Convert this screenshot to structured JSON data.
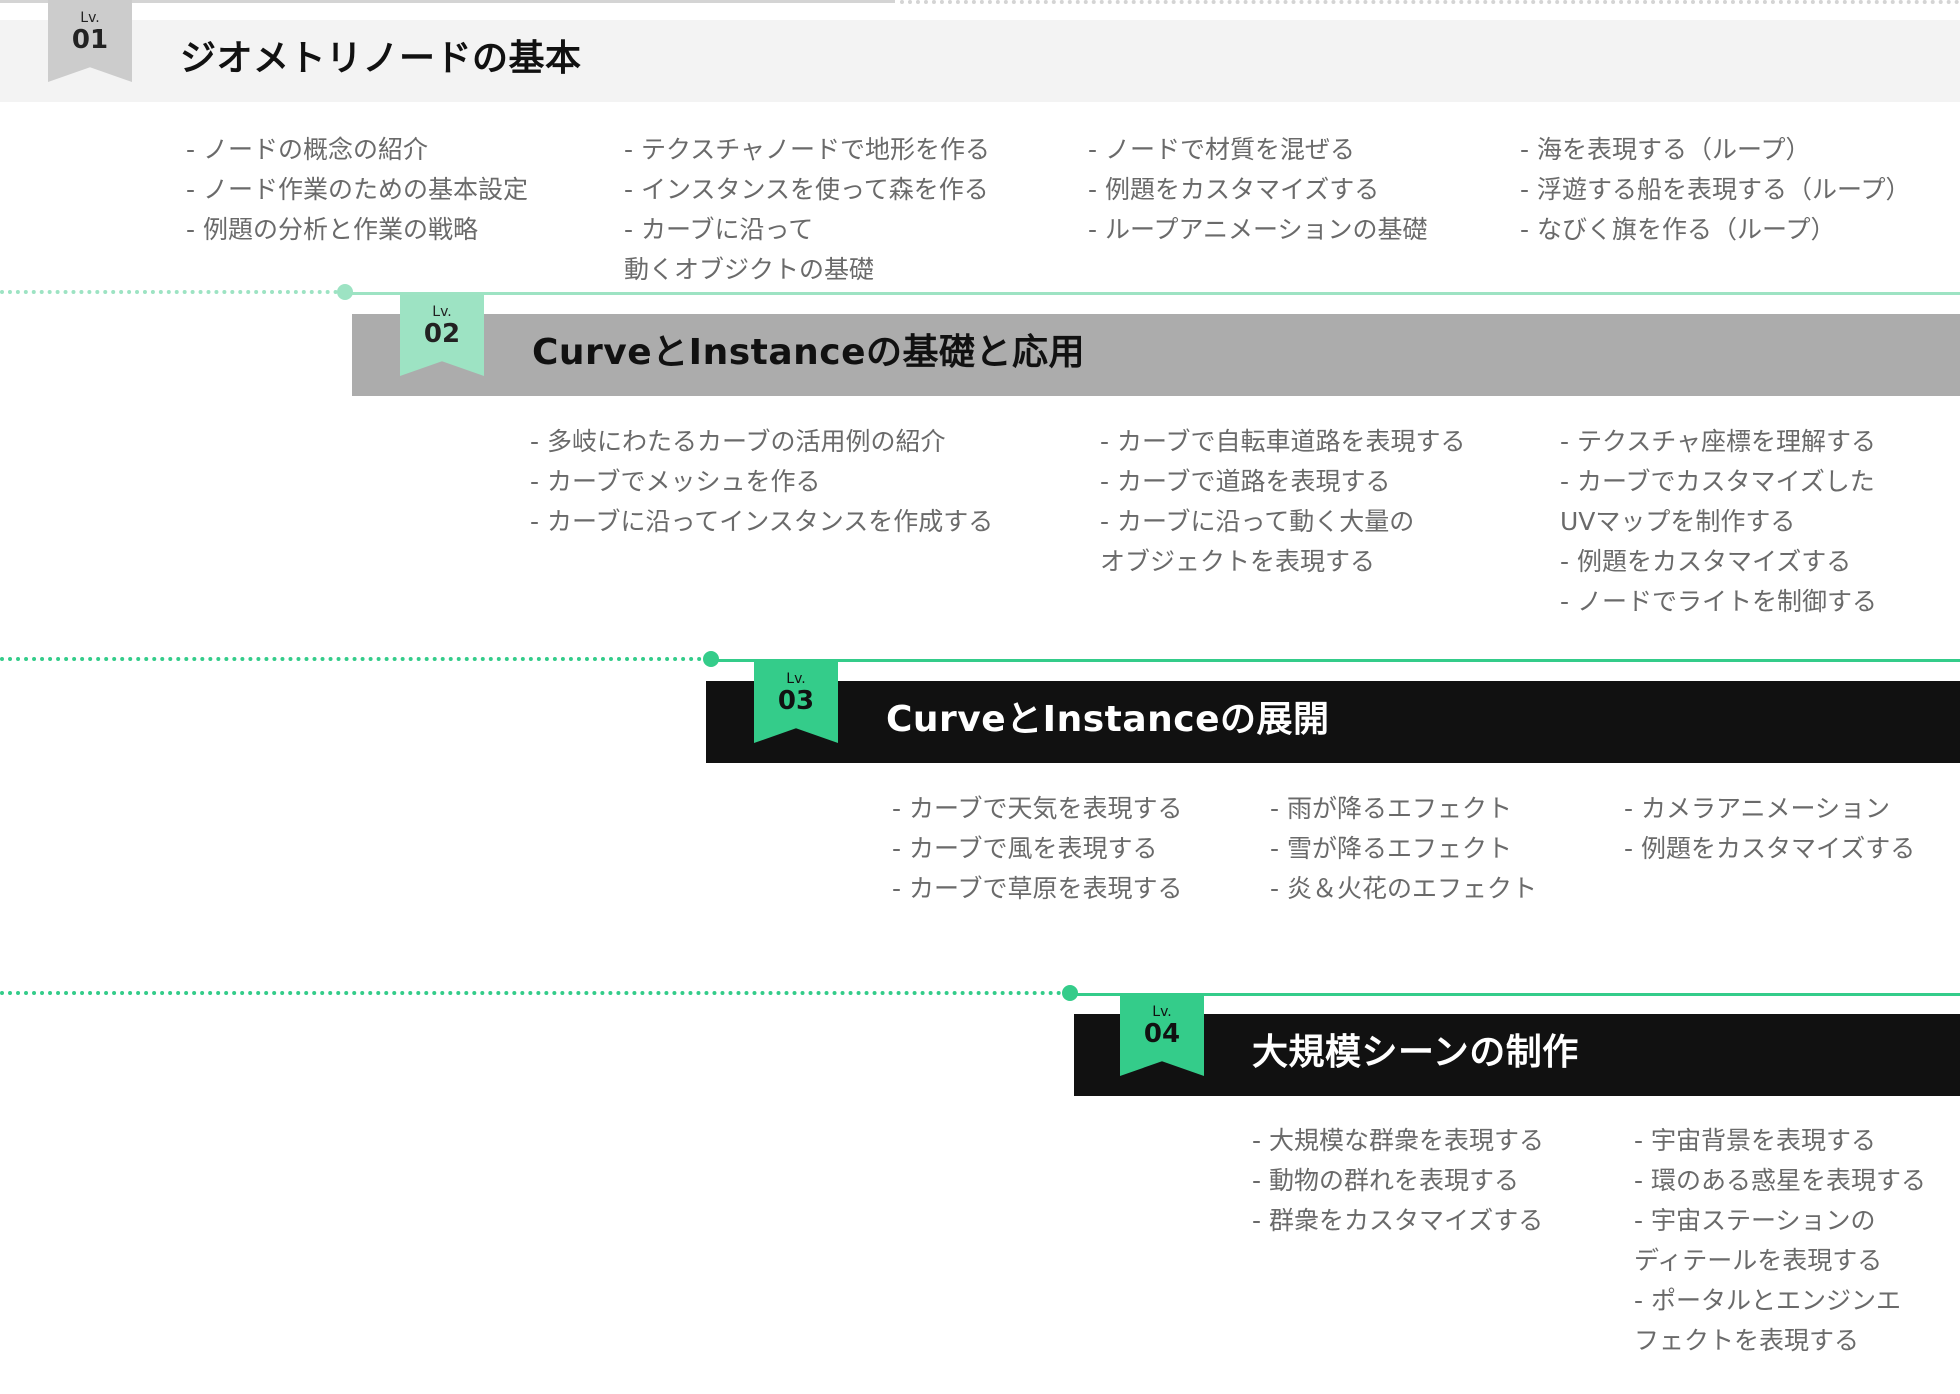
{
  "colors": {
    "lv1_bar": "#f3f3f3",
    "lv1_ribbon": "#cccccc",
    "lv2_bar": "#acacac",
    "lv2_ribbon": "#9de3c3",
    "lv3_bar": "#111111",
    "lv4_bar": "#111111",
    "accent_green": "#34cc8a",
    "line_light": "#9de3c3",
    "line_green": "#34cc8a",
    "text_gray": "#6a6a6a"
  },
  "levels": [
    {
      "lv_label": "Lv.",
      "number": "01",
      "title": "ジオメトリノードの基本",
      "columns": [
        [
          "- ノードの概念の紹介",
          "- ノード作業のための基本設定",
          "- 例題の分析と作業の戦略"
        ],
        [
          "- テクスチャノードで地形を作る",
          "- インスタンスを使って森を作る",
          "- カーブに沿って",
          "動くオブジクトの基礎"
        ],
        [
          "- ノードで材質を混ぜる",
          "- 例題をカスタマイズする",
          "- ループアニメーションの基礎"
        ],
        [
          "- 海を表現する（ループ）",
          "- 浮遊する船を表現する（ループ）",
          "- なびく旗を作る（ループ）"
        ]
      ]
    },
    {
      "lv_label": "Lv.",
      "number": "02",
      "title": "CurveとInstanceの基礎と応用",
      "columns": [
        [
          "- 多岐にわたるカーブの活用例の紹介",
          "- カーブでメッシュを作る",
          "- カーブに沿ってインスタンスを作成する"
        ],
        [
          "- カーブで自転車道路を表現する",
          "- カーブで道路を表現する",
          "- カーブに沿って動く大量の",
          "オブジェクトを表現する"
        ],
        [
          "- テクスチャ座標を理解する",
          "- カーブでカスタマイズした",
          "UVマップを制作する",
          "- 例題をカスタマイズする",
          "- ノードでライトを制御する"
        ]
      ]
    },
    {
      "lv_label": "Lv.",
      "number": "03",
      "title": "CurveとInstanceの展開",
      "columns": [
        [
          "- カーブで天気を表現する",
          "- カーブで風を表現する",
          "- カーブで草原を表現する"
        ],
        [
          "- 雨が降るエフェクト",
          "- 雪が降るエフェクト",
          "- 炎＆火花のエフェクト"
        ],
        [
          "- カメラアニメーション",
          "- 例題をカスタマイズする"
        ]
      ]
    },
    {
      "lv_label": "Lv.",
      "number": "04",
      "title": "大規模シーンの制作",
      "columns": [
        [
          "- 大規模な群衆を表現する",
          "- 動物の群れを表現する",
          "- 群衆をカスタマイズする"
        ],
        [
          "- 宇宙背景を表現する",
          "- 環のある惑星を表現する",
          "- 宇宙ステーションの",
          "ディテールを表現する",
          "- ポータルとエンジンエ",
          "フェクトを表現する"
        ]
      ]
    }
  ]
}
